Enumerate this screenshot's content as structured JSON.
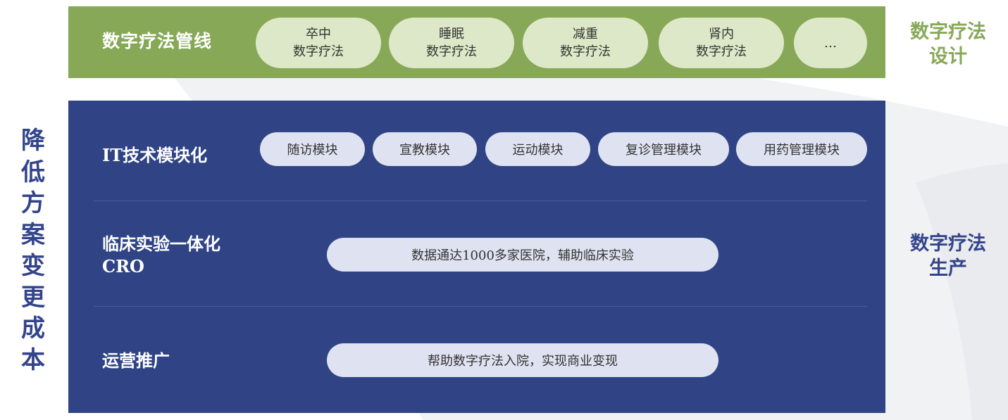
{
  "left_label": "降低方案变更成本",
  "pipeline": {
    "title": "数字疗法管线",
    "items": [
      {
        "line1": "卒中",
        "line2": "数字疗法"
      },
      {
        "line1": "睡眠",
        "line2": "数字疗法"
      },
      {
        "line1": "减重",
        "line2": "数字疗法"
      },
      {
        "line1": "肾内",
        "line2": "数字疗法"
      },
      {
        "line1": "…",
        "line2": ""
      }
    ]
  },
  "right_labels": {
    "design": {
      "line1": "数字疗法",
      "line2": "设计"
    },
    "production": {
      "line1": "数字疗法",
      "line2": "生产"
    }
  },
  "rows": {
    "it": {
      "title": "IT技术模块化",
      "modules": [
        "随访模块",
        "宣教模块",
        "运动模块",
        "复诊管理模块",
        "用药管理模块"
      ]
    },
    "cro": {
      "title_line1": "临床实验一体化",
      "title_line2": "CRO",
      "pill": "数据通达1000多家医院，辅助临床实验"
    },
    "ops": {
      "title": "运营推广",
      "pill": "帮助数字疗法入院，实现商业变现"
    }
  },
  "colors": {
    "green_band": "#87a857",
    "green_pill": "#dce8c7",
    "blue_panel": "#304485",
    "blue_pill": "#dfe3f1",
    "label_blue": "#33448a"
  }
}
